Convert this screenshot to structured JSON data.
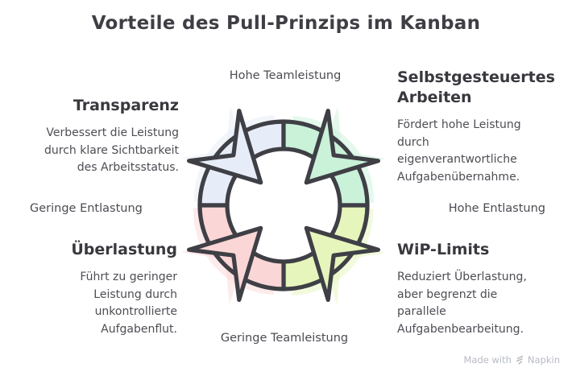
{
  "title": "Vorteile des Pull-Prinzips im Kanban",
  "axis_labels": {
    "top": "Hohe Teamleistung",
    "bottom": "Geringe Teamleistung",
    "left": "Geringe Entlastung",
    "right": "Hohe Entlastung"
  },
  "sections": {
    "top_left": {
      "heading": "Transparenz",
      "body": "Verbessert die Leistung\ndurch klare Sichtbarkeit\ndes Arbeitsstatus."
    },
    "top_right": {
      "heading": "Selbstgesteuertes\nArbeiten",
      "body": "Fördert hohe Leistung\ndurch\neigenverantwortliche\nAufgabenübernahme."
    },
    "bottom_left": {
      "heading": "Überlastung",
      "body": "Führt zu geringer\nLeistung durch\nunkontrollierte\nAufgabenflut."
    },
    "bottom_right": {
      "heading": "WiP-Limits",
      "body": "Reduziert Überlastung,\naber begrenzt die\nparallele\nAufgabenbearbeitung."
    }
  },
  "diagram": {
    "outline_color": "#3f3f46",
    "segments": [
      {
        "name": "transparenz",
        "position": "top-left",
        "color": "#e6edf8"
      },
      {
        "name": "selbstgesteuertes-arbeiten",
        "position": "top-right",
        "color": "#c9f2d9"
      },
      {
        "name": "wip-limits",
        "position": "bottom-right",
        "color": "#e6f5bb"
      },
      {
        "name": "ueberlastung",
        "position": "bottom-left",
        "color": "#fbd6d6"
      }
    ]
  },
  "watermark": {
    "prefix": "Made with",
    "brand": "Napkin",
    "color": "#b7bbc1"
  }
}
